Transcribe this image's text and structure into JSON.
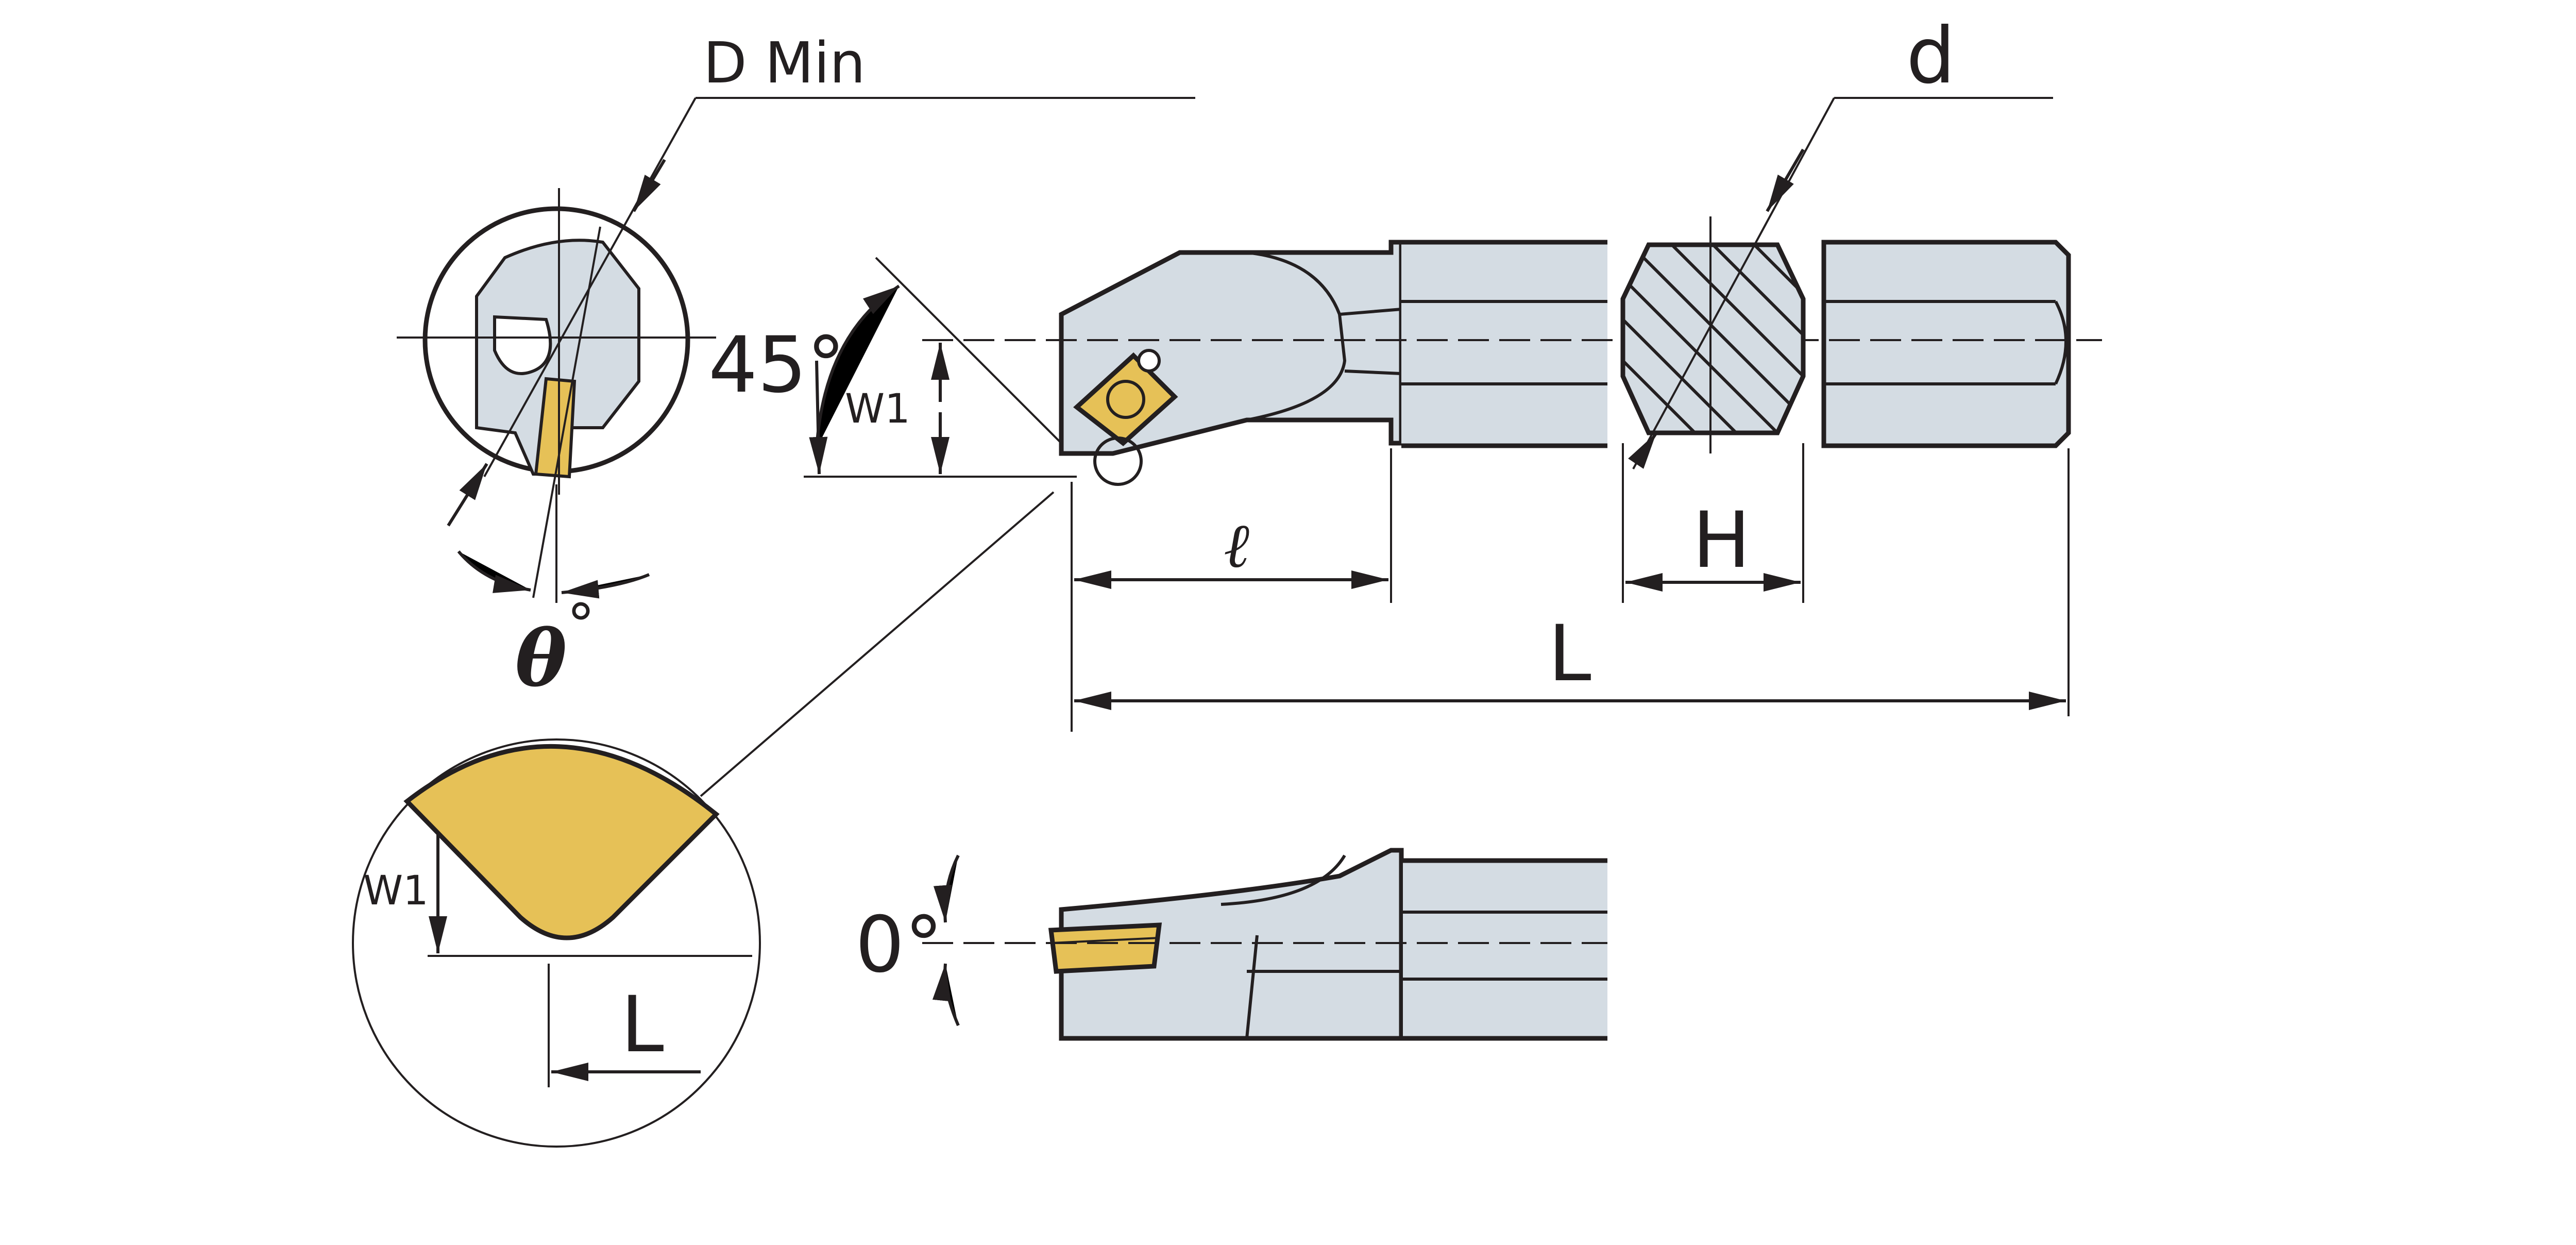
{
  "labels": {
    "d_min": "D Min",
    "d": "d",
    "angle_45": "45°",
    "w1_main": "W1",
    "ell": "ℓ",
    "h": "H",
    "l_overall": "L",
    "theta": "θ",
    "degree": "°",
    "w1_detail": "W1",
    "l_detail": "L",
    "angle_0": "0°"
  },
  "colors": {
    "body": "#d4dce3",
    "insert": "#e6c157",
    "outline": "#231f20"
  }
}
